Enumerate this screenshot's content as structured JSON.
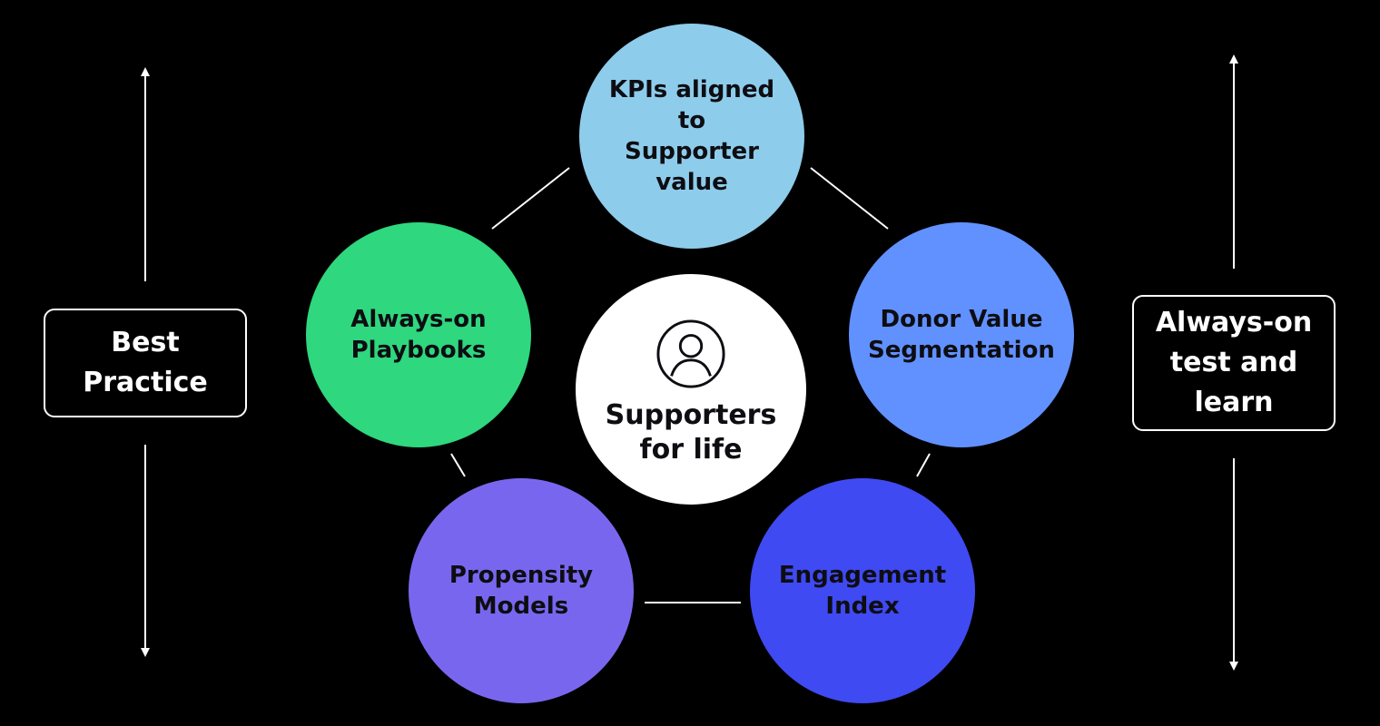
{
  "center": {
    "label": "Supporters\nfor life",
    "icon": "person-icon"
  },
  "circles": {
    "kpis": {
      "label": "KPIs aligned\nto\nSupporter\nvalue",
      "color": "#8ecceb"
    },
    "playbooks": {
      "label": "Always-on\nPlaybooks",
      "color": "#2fd77e"
    },
    "donor_value": {
      "label": "Donor Value\nSegmentation",
      "color": "#6191ff"
    },
    "propensity": {
      "label": "Propensity\nModels",
      "color": "#7867ee"
    },
    "engagement": {
      "label": "Engagement\nIndex",
      "color": "#3f4af2"
    }
  },
  "side": {
    "left": {
      "label": "Best\nPractice"
    },
    "right": {
      "label": "Always-on\ntest and\nlearn"
    }
  },
  "colors": {
    "background": "#000000",
    "line": "#ffffff",
    "center_bg": "#ffffff"
  }
}
